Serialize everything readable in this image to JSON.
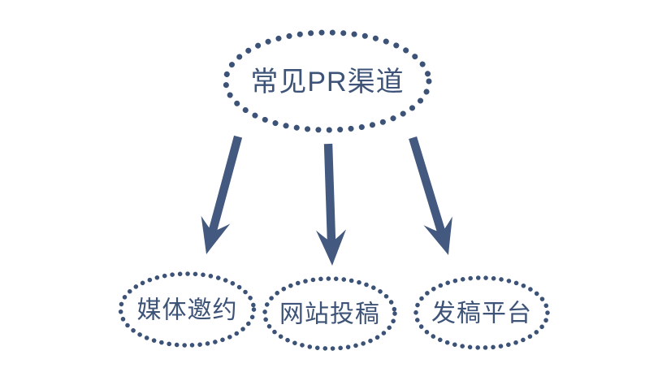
{
  "diagram": {
    "root": {
      "label": "常见PR渠道"
    },
    "children": [
      {
        "label": "媒体邀约"
      },
      {
        "label": "网站投稿"
      },
      {
        "label": "发稿平台"
      }
    ]
  },
  "colors": {
    "outline": "#3c5377",
    "text": "#3d5377",
    "arrow": "#44597f"
  }
}
